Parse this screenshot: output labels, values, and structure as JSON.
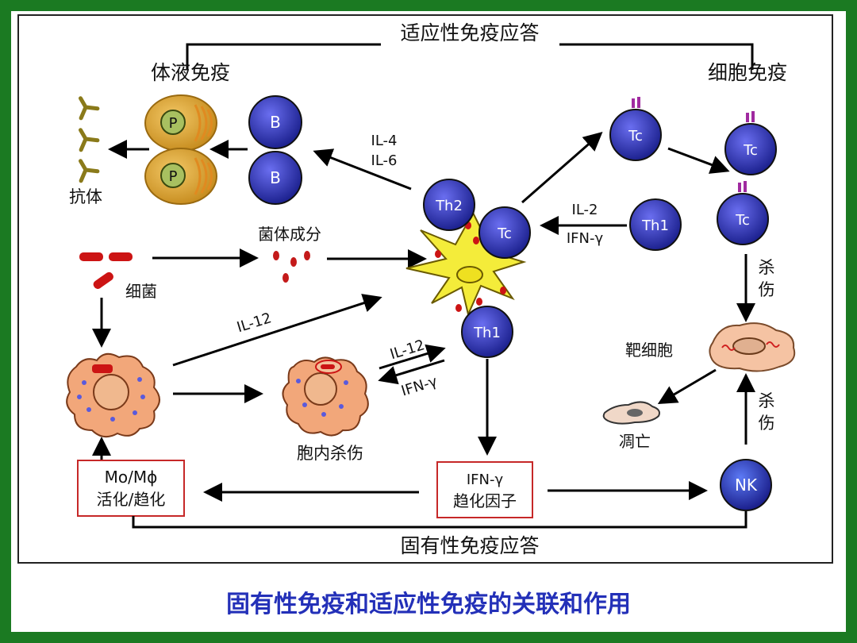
{
  "labels": {
    "adaptive_response": "适应性免疫应答",
    "humoral_immunity": "体液免疫",
    "cellular_immunity": "细胞免疫",
    "antibody": "抗体",
    "bacteria": "细菌",
    "bacterial_components": "菌体成分",
    "il4": "IL-4",
    "il6": "IL-6",
    "il2": "IL-2",
    "ifn_gamma_right": "IFN-γ",
    "il12_left": "IL-12",
    "il12_mid": "IL-12",
    "ifn_gamma_mid": "IFN-γ",
    "intracellular_killing": "胞内杀伤",
    "target_cell": "靶细胞",
    "apoptosis": "凋亡",
    "kill_1": "杀",
    "kill_2": "伤",
    "kill_3": "杀",
    "kill_4": "伤",
    "innate_response": "固有性免疫应答",
    "box_left_line1": "Mo/Mϕ",
    "box_left_line2": "活化/趋化",
    "box_mid_line1": "IFN-γ",
    "box_mid_line2": "趋化因子"
  },
  "cells": {
    "plasma_1": "P",
    "plasma_2": "P",
    "b_1": "B",
    "b_2": "B",
    "th2": "Th2",
    "tc_center": "Tc",
    "th1_center": "Th1",
    "th1_right": "Th1",
    "tc_1": "Tc",
    "tc_2": "Tc",
    "tc_3": "Tc",
    "nk": "NK"
  },
  "caption": "固有性免疫和适应性免疫的关联和作用",
  "colors": {
    "frame": "#1b7a22",
    "caption": "#2330b8",
    "lymphocyte": "#2a2eb8",
    "plasma": "#d9a030",
    "macrophage": "#f2a77a",
    "dendritic": "#f4ec3a",
    "bacteria": "#cc1414",
    "box_border": "#c62828"
  }
}
